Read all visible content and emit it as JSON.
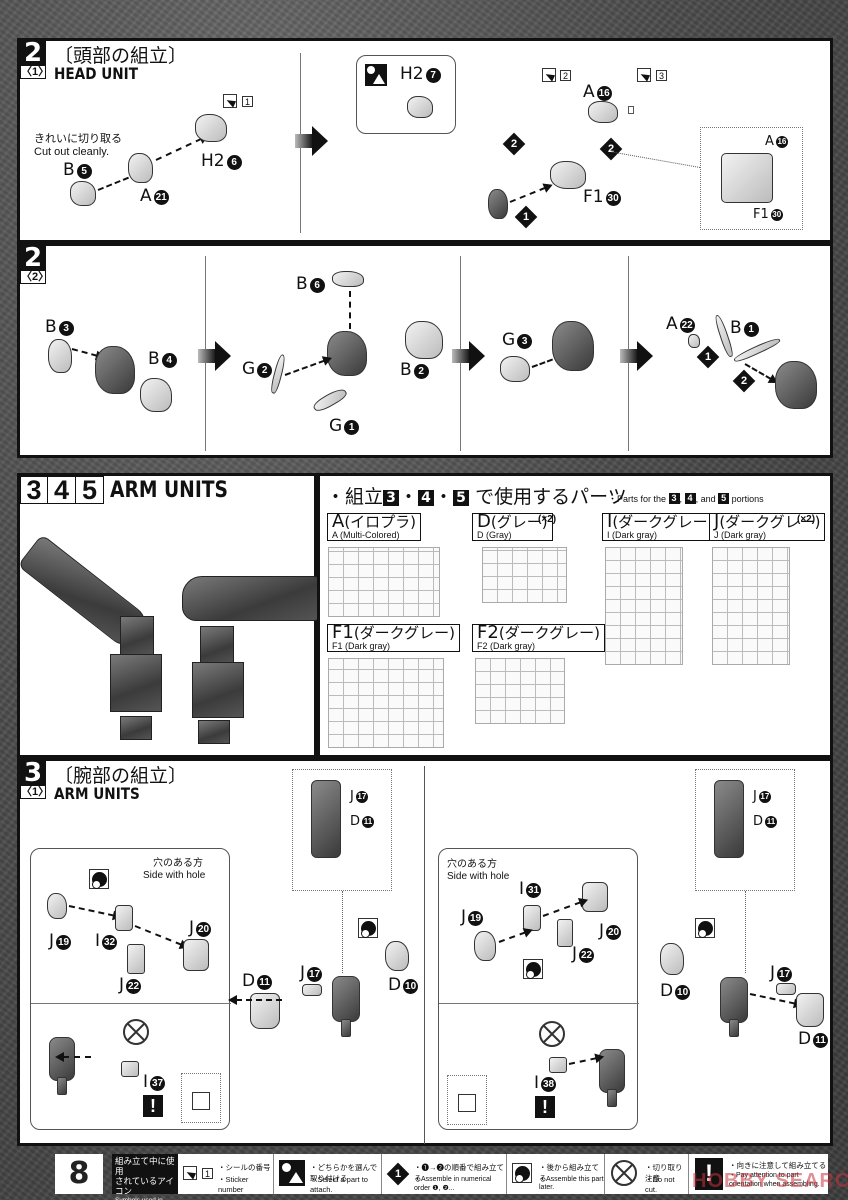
{
  "page_number": "8",
  "section_head_1": {
    "step": "2",
    "sub": "〈1〉",
    "title_jp": "〔頭部の組立〕",
    "title_en": "HEAD UNIT",
    "cut_note_jp": "きれいに切り取る",
    "cut_note_en": "Cut out cleanly.",
    "parts": [
      {
        "runner": "B",
        "num": "5"
      },
      {
        "runner": "A",
        "num": "21"
      },
      {
        "runner": "H2",
        "num": "6"
      }
    ],
    "stickers": [
      "1",
      "2",
      "3"
    ],
    "select_part": {
      "runner": "H2",
      "num": "7"
    },
    "right_parts": [
      {
        "runner": "A",
        "num": "16"
      },
      {
        "runner": "F1",
        "num": "30"
      }
    ],
    "order_markers": [
      "2",
      "2",
      "1"
    ],
    "detail_parts": [
      {
        "runner": "A",
        "num": "16"
      },
      {
        "runner": "F1",
        "num": "30"
      }
    ]
  },
  "section_head_2": {
    "step": "2",
    "sub": "〈2〉",
    "group1": [
      {
        "runner": "B",
        "num": "3"
      },
      {
        "runner": "B",
        "num": "4"
      }
    ],
    "group2": [
      {
        "runner": "B",
        "num": "6"
      },
      {
        "runner": "G",
        "num": "2"
      },
      {
        "runner": "B",
        "num": "2"
      },
      {
        "runner": "G",
        "num": "1"
      }
    ],
    "group3": [
      {
        "runner": "G",
        "num": "3"
      }
    ],
    "group4": [
      {
        "runner": "A",
        "num": "22"
      },
      {
        "runner": "B",
        "num": "1"
      }
    ],
    "order_markers": [
      "1",
      "2"
    ]
  },
  "arm_overview": {
    "steps": [
      "3",
      "4",
      "5"
    ],
    "title": "ARM UNITS",
    "parts_heading_jp_prefix": "・組立",
    "parts_heading_jp_suffix": "で使用するパーツ",
    "parts_heading_en_prefix": "・Parts for the",
    "parts_heading_en_mid": ", and",
    "parts_heading_en_suffix": "portions",
    "runners": [
      {
        "letter": "A",
        "jp": "(イロプラ)",
        "en": "A (Multi-Colored)",
        "count": ""
      },
      {
        "letter": "D",
        "jp": "(グレー)",
        "en": "D (Gray)",
        "count": "(×2)"
      },
      {
        "letter": "I",
        "jp": "(ダークグレー)",
        "en": "I (Dark gray)",
        "count": ""
      },
      {
        "letter": "J",
        "jp": "(ダークグレー)",
        "en": "J (Dark gray)",
        "count": "(×2)"
      },
      {
        "letter": "F1",
        "jp": "(ダークグレー)",
        "en": "F1 (Dark gray)",
        "count": ""
      },
      {
        "letter": "F2",
        "jp": "(ダークグレー)",
        "en": "F2 (Dark gray)",
        "count": ""
      }
    ]
  },
  "section_arm": {
    "step": "3",
    "sub": "〈1〉",
    "title_jp": "〔腕部の組立〕",
    "title_en": "ARM UNITS",
    "hole_note_jp": "穴のある方",
    "hole_note_en": "Side with hole",
    "left": {
      "parts": [
        {
          "runner": "J",
          "num": "19"
        },
        {
          "runner": "I",
          "num": "32"
        },
        {
          "runner": "J",
          "num": "20"
        },
        {
          "runner": "J",
          "num": "22"
        },
        {
          "runner": "J",
          "num": "17"
        },
        {
          "runner": "D",
          "num": "11"
        },
        {
          "runner": "D",
          "num": "10"
        },
        {
          "runner": "I",
          "num": "37"
        }
      ],
      "detail": [
        {
          "runner": "J",
          "num": "17"
        },
        {
          "runner": "D",
          "num": "11"
        }
      ]
    },
    "right": {
      "parts": [
        {
          "runner": "I",
          "num": "31"
        },
        {
          "runner": "J",
          "num": "19"
        },
        {
          "runner": "J",
          "num": "20"
        },
        {
          "runner": "J",
          "num": "22"
        },
        {
          "runner": "J",
          "num": "17"
        },
        {
          "runner": "D",
          "num": "10"
        },
        {
          "runner": "D",
          "num": "11"
        },
        {
          "runner": "I",
          "num": "38"
        }
      ],
      "detail": [
        {
          "runner": "J",
          "num": "17"
        },
        {
          "runner": "D",
          "num": "11"
        }
      ]
    }
  },
  "legend": {
    "heading_jp_1": "組み立て中に使用",
    "heading_jp_2": "されているアイコン",
    "heading_en": "Symbols used in instructions",
    "items": [
      {
        "icon": "sticker-icon",
        "sample": "1",
        "jp": "・シールの番号",
        "en": "・Sticker number"
      },
      {
        "icon": "select-part-icon",
        "jp": "・どちらかを選んで取り付ける",
        "en": "・Select a part to attach."
      },
      {
        "icon": "order-icon",
        "sample": "1",
        "jp": "・❶→❷の順番で組み立てる",
        "en": "・Assemble in numerical order ❶, ❷..."
      },
      {
        "icon": "assemble-later-icon",
        "jp": "・後から組み立てる",
        "en": "・Assemble this part later."
      },
      {
        "icon": "no-cut-icon",
        "jp": "・切り取り注意",
        "en": "・Do not cut."
      },
      {
        "icon": "attention-icon",
        "jp": "・向きに注意して組み立てる",
        "en": "・Pay attention to part orientation when assembling."
      }
    ]
  },
  "watermark": "HOBBY SEARCH"
}
